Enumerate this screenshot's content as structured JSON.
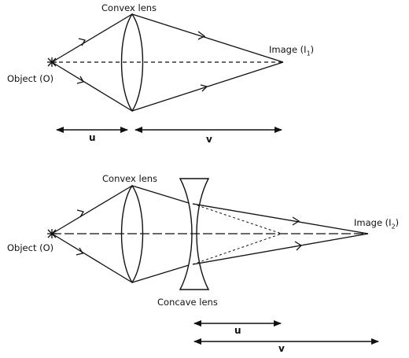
{
  "diagram1": {
    "lens_label": "Convex lens",
    "object_label": "Object (O)",
    "image_label_base": "Image (I",
    "image_label_sub": "1",
    "image_label_close": ")",
    "u_label": "u",
    "v_label": "v"
  },
  "diagram2": {
    "convex_label": "Convex lens",
    "concave_label": "Concave lens",
    "object_label": "Object (O)",
    "image_label_base": "Image (I",
    "image_label_sub": "2",
    "image_label_close": ")",
    "u_label": "u",
    "v_label": "v"
  }
}
